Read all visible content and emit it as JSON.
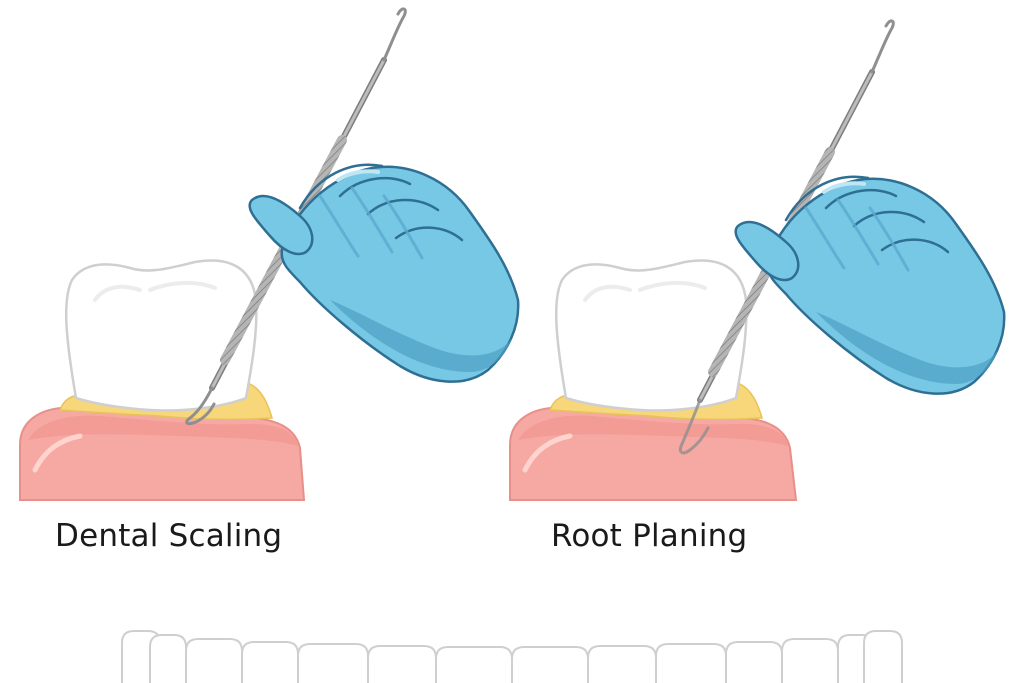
{
  "panels": [
    {
      "id": "scaling",
      "label": "Dental Scaling"
    },
    {
      "id": "planing",
      "label": "Root Planing"
    }
  ],
  "colors": {
    "glove": "#77c8e4",
    "glove_shade": "#4e9fc4",
    "glove_outline": "#2e6f93",
    "gum": "#f6a8a3",
    "gum_shadow": "#f08f8a",
    "plaque": "#f7d77a",
    "tooth": "#ffffff",
    "tooth_outline": "#cfcfcf",
    "instrument": "#9a9a9a"
  }
}
